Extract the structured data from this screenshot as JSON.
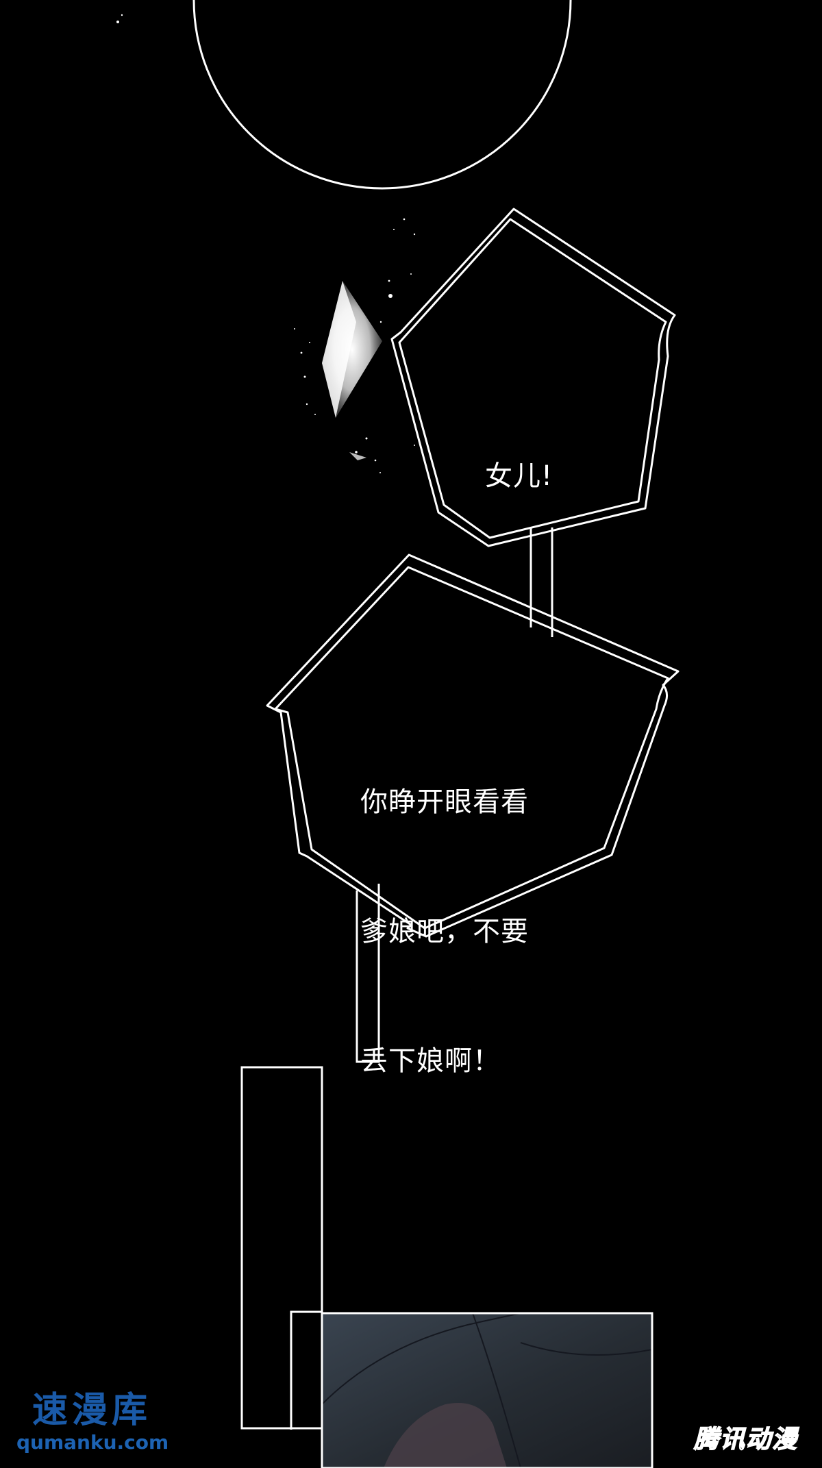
{
  "bubbles": [
    {
      "lines": [
        "女儿!"
      ]
    },
    {
      "lines": [
        "你睁开眼看看",
        "爹娘吧，不要",
        "丢下娘啊！"
      ]
    }
  ],
  "watermarks": {
    "left_title": "速漫库",
    "left_url": "qumanku.com",
    "right_logo": "腾讯动漫"
  },
  "colors": {
    "background": "#000000",
    "line": "#ffffff",
    "watermark_blue": "#1a5aa8",
    "panel_dark": "#2a3038"
  }
}
